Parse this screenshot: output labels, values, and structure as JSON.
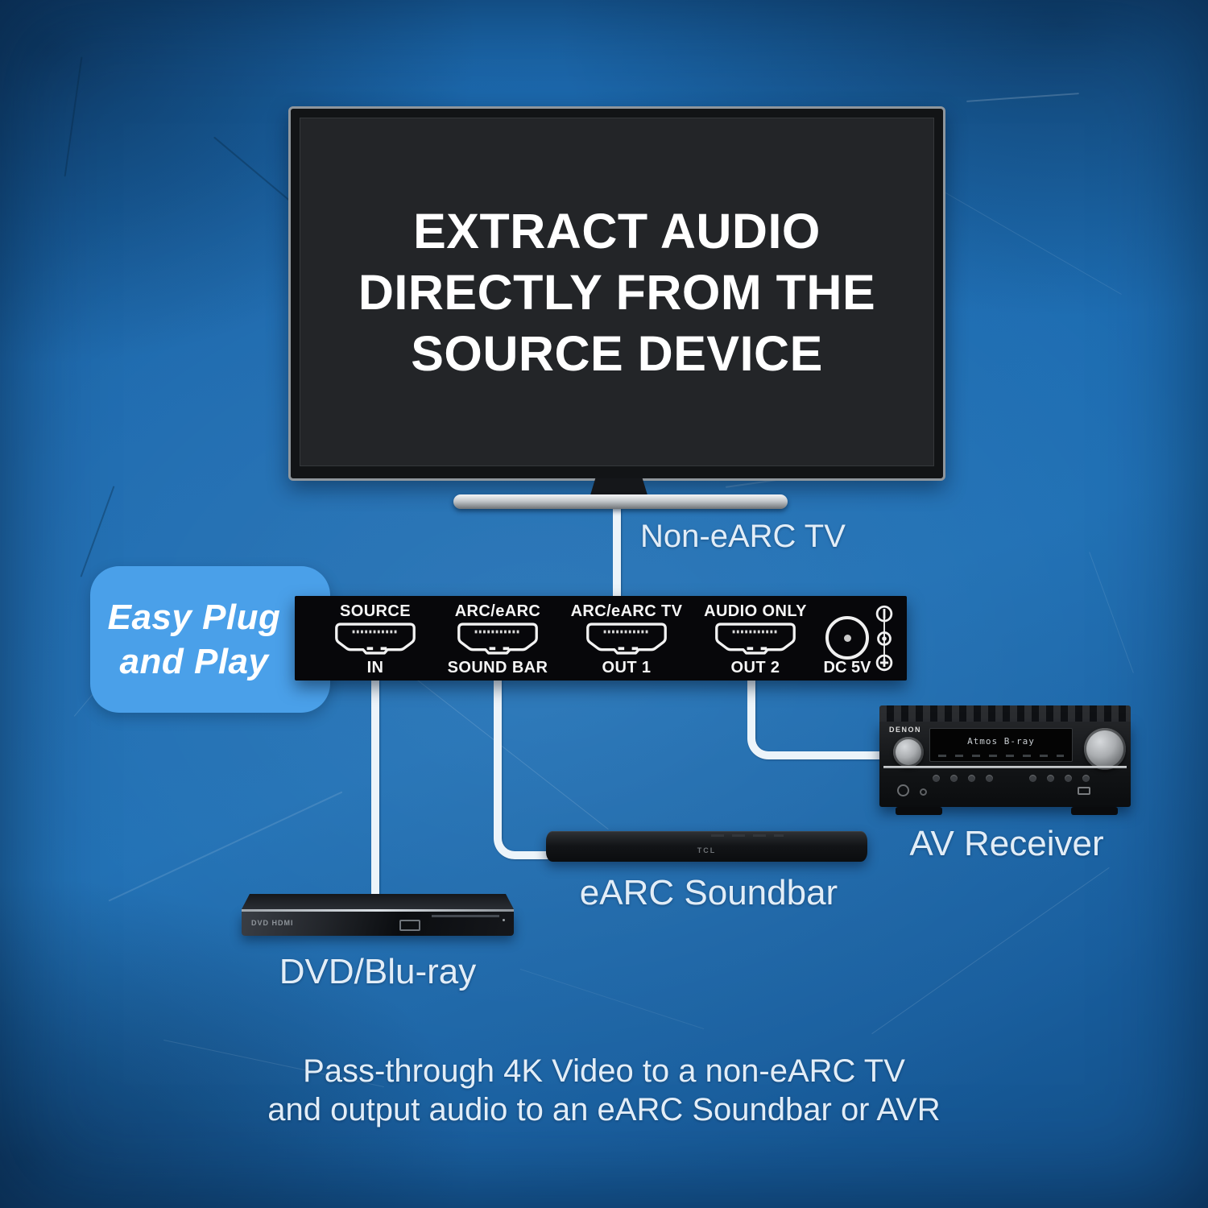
{
  "colors": {
    "background_blue": "#1E6FB4",
    "badge_blue": "#4AA0E9",
    "cable_white": "#ECF4FA",
    "label_text": "#E2EDF7"
  },
  "tv": {
    "title_line1": "EXTRACT AUDIO",
    "title_line2": "DIRECTLY FROM THE",
    "title_line3": "SOURCE DEVICE",
    "label": "Non-eARC TV"
  },
  "badge": {
    "line1": "Easy Plug",
    "line2": "and Play"
  },
  "extractor": {
    "ports": [
      {
        "top": "SOURCE",
        "bottom": "IN"
      },
      {
        "top": "ARC/eARC",
        "bottom": "SOUND BAR"
      },
      {
        "top": "ARC/eARC TV",
        "bottom": "OUT 1"
      },
      {
        "top": "AUDIO ONLY",
        "bottom": "OUT 2"
      }
    ],
    "dc_label": "DC 5V",
    "indicator_icons": [
      "power-icon",
      "led-dot-icon",
      "plus-polarity-icon"
    ]
  },
  "dvd": {
    "label": "DVD/Blu-ray",
    "logos": "DVD  HDMI"
  },
  "soundbar": {
    "label": "eARC Soundbar",
    "brand": "TCL"
  },
  "receiver": {
    "label": "AV Receiver",
    "brand": "DENON",
    "display_text": "Atmos   B-ray"
  },
  "caption": {
    "line1": "Pass-through 4K Video to a non-eARC TV",
    "line2": "and output audio to an eARC Soundbar or AVR"
  }
}
